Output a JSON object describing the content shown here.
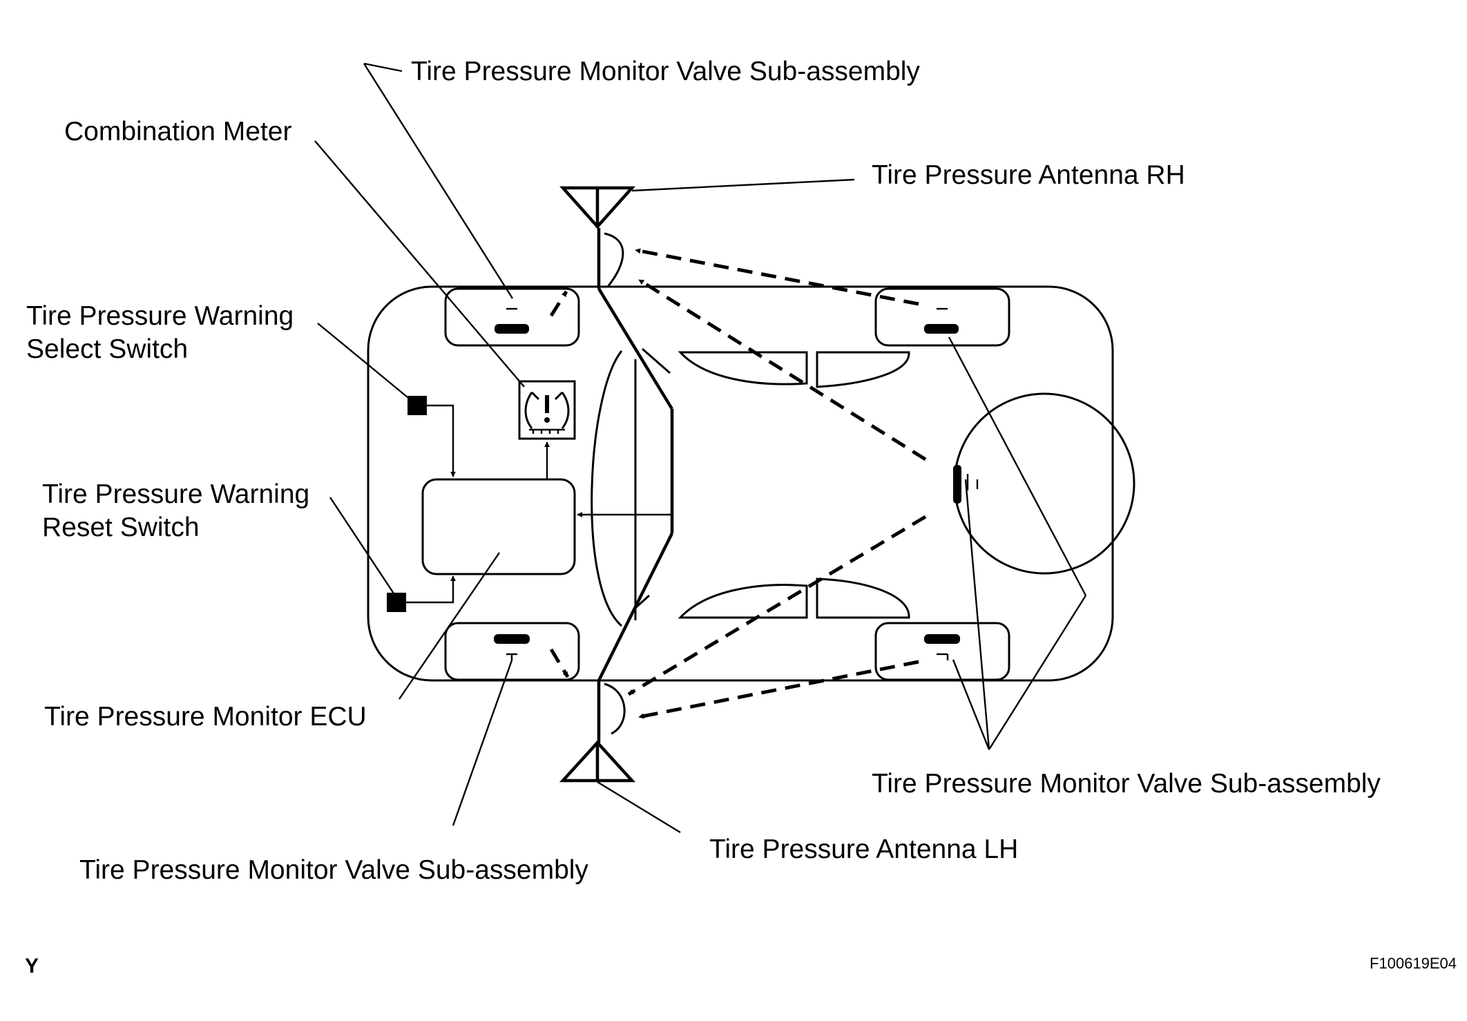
{
  "labels": {
    "valve_top": "Tire Pressure Monitor Valve Sub-assembly",
    "combination_meter": "Combination Meter",
    "antenna_rh": "Tire Pressure Antenna RH",
    "select_switch_line1": "Tire  Pressure Warning",
    "select_switch_line2": "Select Switch",
    "reset_switch_line1": "Tire Pressure Warning",
    "reset_switch_line2": "Reset Switch",
    "monitor_ecu": "Tire Pressure Monitor ECU",
    "valve_right": "Tire Pressure Monitor Valve Sub-assembly",
    "antenna_lh": "Tire Pressure Antenna LH",
    "valve_bottom": "Tire Pressure Monitor Valve Sub-assembly"
  },
  "corner_mark": "Y",
  "figure_id": "F100619E04"
}
